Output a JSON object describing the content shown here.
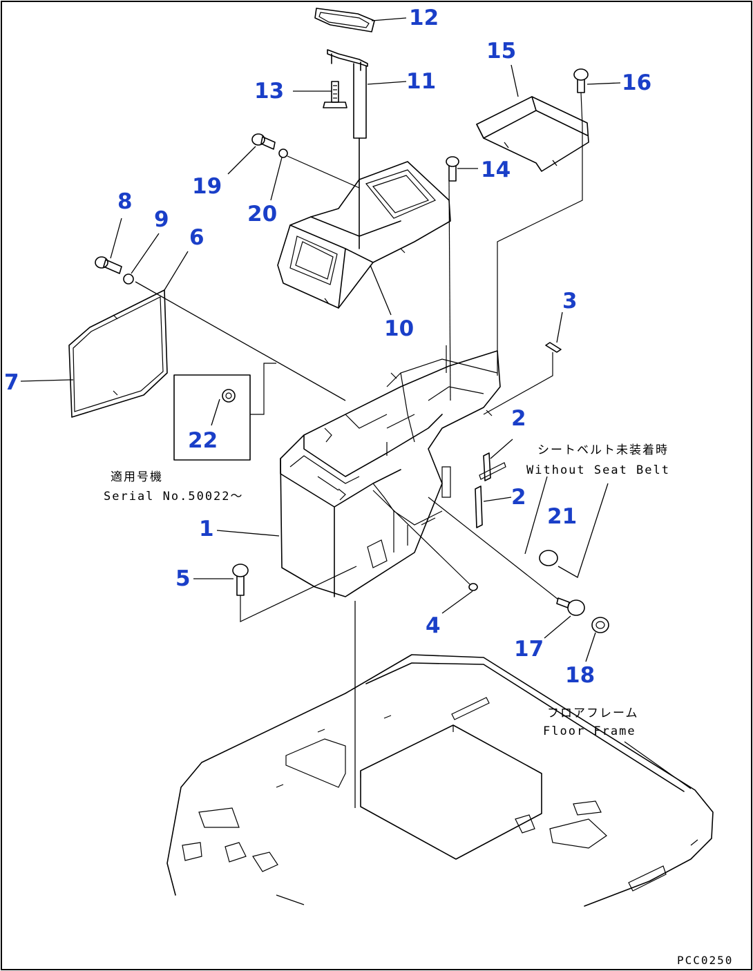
{
  "callouts": [
    {
      "id": "c1",
      "label": "1"
    },
    {
      "id": "c2a",
      "label": "2"
    },
    {
      "id": "c2b",
      "label": "2"
    },
    {
      "id": "c3",
      "label": "3"
    },
    {
      "id": "c4",
      "label": "4"
    },
    {
      "id": "c5",
      "label": "5"
    },
    {
      "id": "c6",
      "label": "6"
    },
    {
      "id": "c7",
      "label": "7"
    },
    {
      "id": "c8",
      "label": "8"
    },
    {
      "id": "c9",
      "label": "9"
    },
    {
      "id": "c10",
      "label": "10"
    },
    {
      "id": "c11",
      "label": "11"
    },
    {
      "id": "c12",
      "label": "12"
    },
    {
      "id": "c13",
      "label": "13"
    },
    {
      "id": "c14",
      "label": "14"
    },
    {
      "id": "c15",
      "label": "15"
    },
    {
      "id": "c16",
      "label": "16"
    },
    {
      "id": "c17",
      "label": "17"
    },
    {
      "id": "c18",
      "label": "18"
    },
    {
      "id": "c19",
      "label": "19"
    },
    {
      "id": "c20",
      "label": "20"
    },
    {
      "id": "c21",
      "label": "21"
    },
    {
      "id": "c22",
      "label": "22"
    }
  ],
  "notes": {
    "serial_jp": "適用号機",
    "serial_en": "Serial No.50022～",
    "seatbelt_jp": "シートベルト未装着時",
    "seatbelt_en": "Without Seat Belt",
    "floor_jp": "フロアフレーム",
    "floor_en": "Floor Frame",
    "drawing_code": "PCC0250"
  }
}
